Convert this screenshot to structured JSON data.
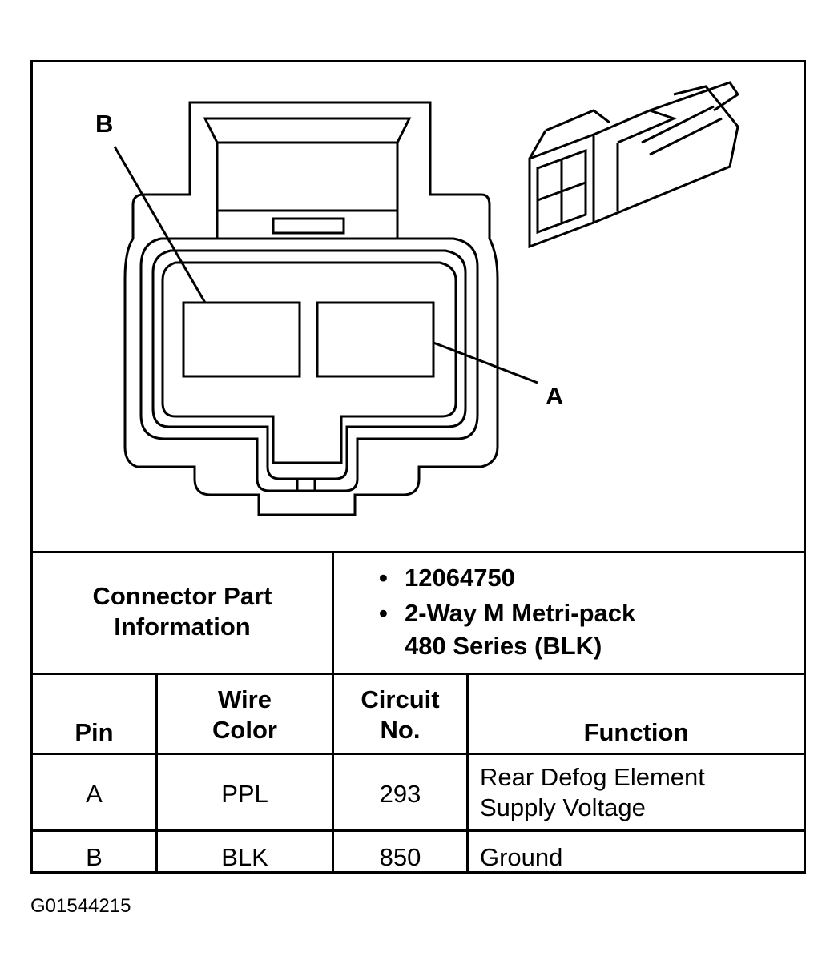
{
  "diagram": {
    "pin_labels": [
      "B",
      "A"
    ]
  },
  "part_info": {
    "label_line1": "Connector Part",
    "label_line2": "Information",
    "bullets": [
      {
        "lines": [
          "12064750"
        ]
      },
      {
        "lines": [
          "2-Way M Metri-pack",
          "480 Series (BLK)"
        ]
      }
    ]
  },
  "table": {
    "headers": {
      "pin": [
        "Pin"
      ],
      "wire_color": [
        "Wire",
        "Color"
      ],
      "circuit_no": [
        "Circuit",
        "No."
      ],
      "function": [
        "Function"
      ]
    },
    "rows": [
      {
        "pin": "A",
        "wire_color": "PPL",
        "circuit": "293",
        "function_lines": [
          "Rear Defog Element",
          "Supply Voltage"
        ]
      },
      {
        "pin": "B",
        "wire_color": "BLK",
        "circuit": "850",
        "function_lines": [
          "Ground"
        ]
      }
    ]
  },
  "footer": {
    "code": "G01544215"
  }
}
